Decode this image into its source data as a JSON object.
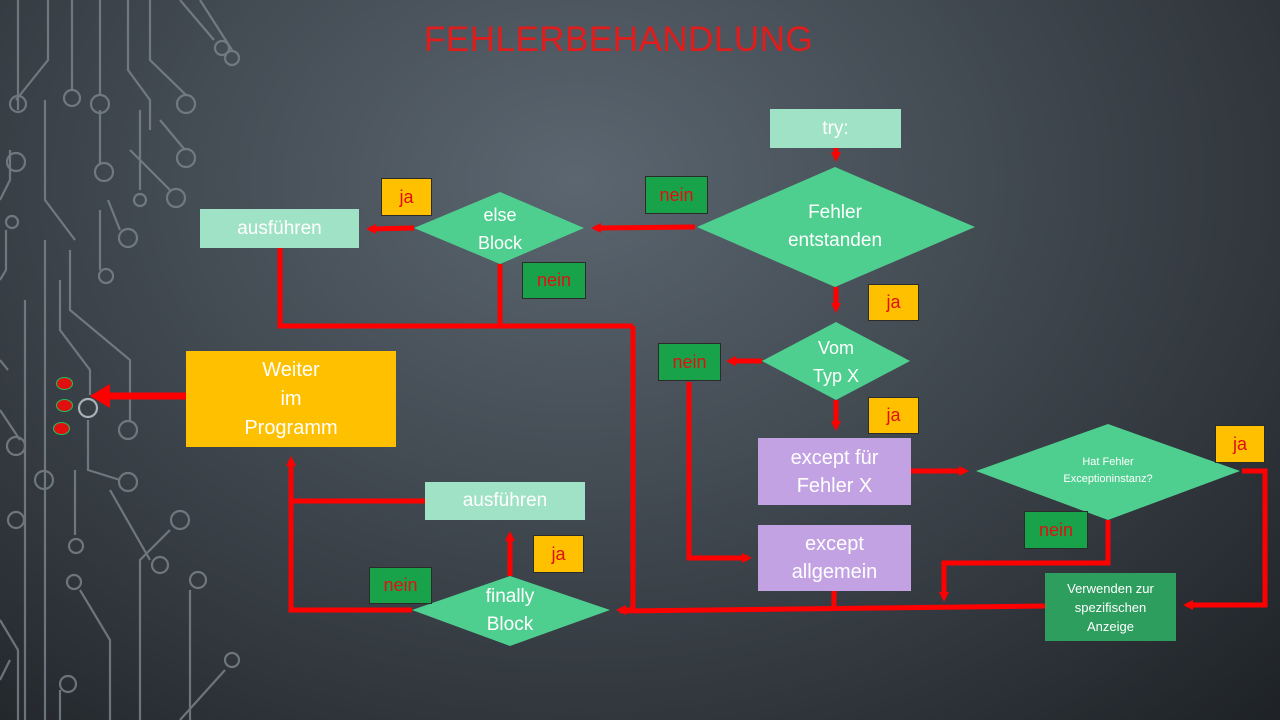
{
  "title": "FEHLERBEHANDLUNG",
  "nodes": {
    "try": "try:",
    "fehler_entstanden": "Fehler\nentstanden",
    "else_block": "else\nBlock",
    "ausfuehren_top": "ausführen",
    "vom_typ_x": "Vom\nTyp X",
    "except_fuer_x": "except  für\nFehler X",
    "except_allgemein": "except\nallgemein",
    "hat_fehler_instanz": "Hat Fehler\nExceptioninstanz?",
    "verwenden": "Verwenden zur\nspezifischen\nAnzeige",
    "weiter_im_programm": "Weiter\nim\nProgramm",
    "finally_block": "finally\nBlock",
    "ausfuehren_bottom": "ausführen"
  },
  "labels": {
    "ja_else": "ja",
    "nein_fehler": "nein",
    "nein_else": "nein",
    "ja_fehler": "ja",
    "nein_typ": "nein",
    "ja_typ": "ja",
    "ja_instanz": "ja",
    "nein_instanz": "nein",
    "ja_finally": "ja",
    "nein_finally": "nein"
  },
  "colors": {
    "arrow": "#ff0000",
    "diamond": "#4fcf8f",
    "mint_box": "#9fe2c6",
    "lilac_box": "#c3a2e3",
    "gold_box": "#ffc000",
    "dark_green_box": "#2e9e5e",
    "title": "#e21b1b"
  }
}
